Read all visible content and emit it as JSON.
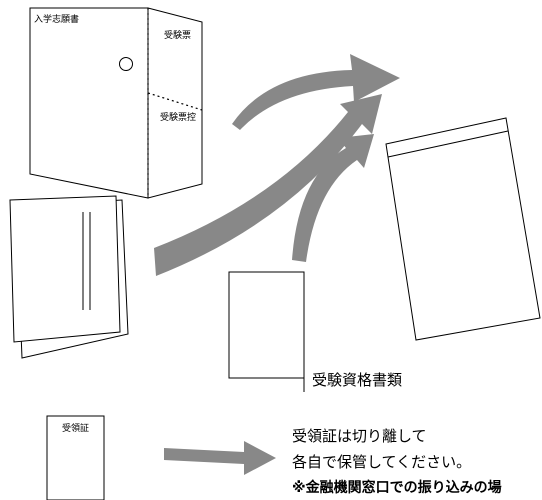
{
  "application_form": {
    "form_title": "入学志願書",
    "admission_ticket": "受験票",
    "ticket_stub": "受験票控"
  },
  "documents": {
    "label": "受験資格書類"
  },
  "receipt": {
    "title": "受領証",
    "note_line1": "受領証は切り離して",
    "note_line2": "各自で保管してください。",
    "note_line3": "※金融機関窓口での振り込みの場"
  },
  "colors": {
    "arrow_fill": "#888888",
    "line": "#000000",
    "background": "#ffffff"
  }
}
